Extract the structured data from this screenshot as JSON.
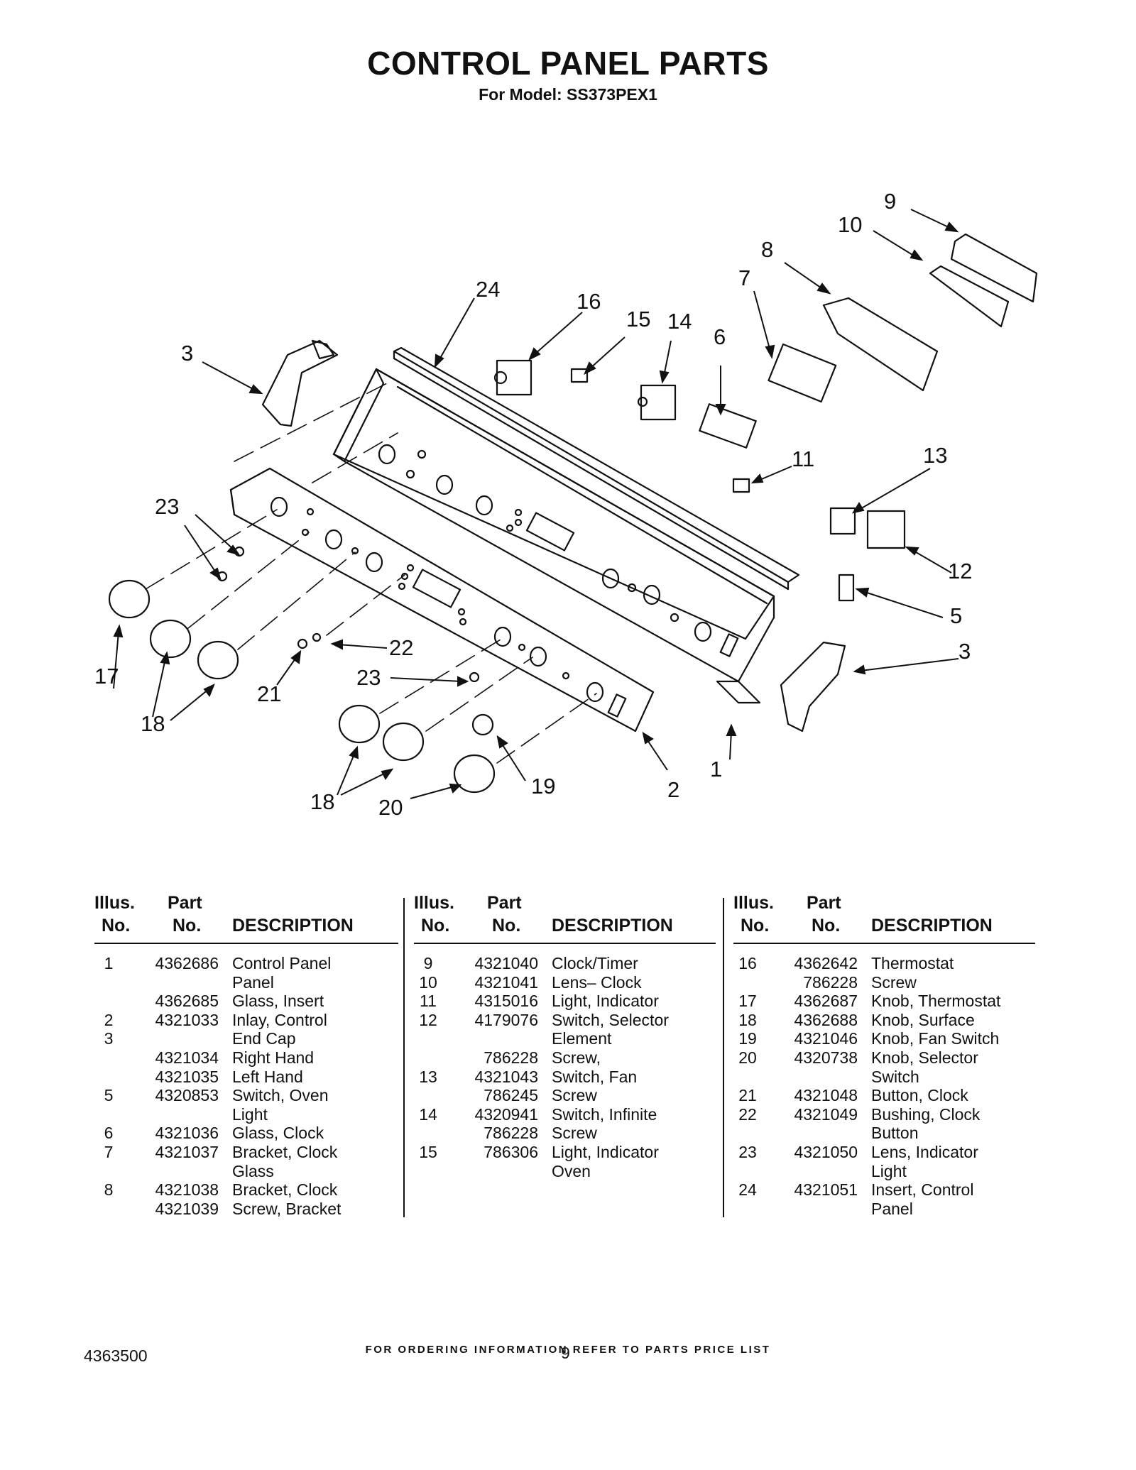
{
  "header": {
    "title": "CONTROL PANEL PARTS",
    "subtitle": "For Model: SS373PEX1"
  },
  "diagram": {
    "callouts": [
      "9",
      "10",
      "8",
      "7",
      "24",
      "16",
      "15",
      "14",
      "6",
      "3",
      "11",
      "13",
      "23",
      "12",
      "5",
      "3",
      "17",
      "22",
      "21",
      "23",
      "18",
      "1",
      "2",
      "19",
      "18",
      "20"
    ]
  },
  "parts_table": {
    "headers": {
      "illus_line1": "Illus.",
      "illus_line2": "No.",
      "part_line1": "Part",
      "part_line2": "No.",
      "description": "DESCRIPTION"
    },
    "columns": [
      [
        {
          "illus": "1",
          "part": "4362686",
          "desc": "Control Panel"
        },
        {
          "illus": "",
          "part": "",
          "desc": "Panel"
        },
        {
          "illus": "",
          "part": "4362685",
          "desc": "Glass, Insert"
        },
        {
          "illus": "2",
          "part": "4321033",
          "desc": "Inlay, Control"
        },
        {
          "illus": "3",
          "part": "",
          "desc": "End Cap"
        },
        {
          "illus": "",
          "part": "4321034",
          "desc": "Right Hand"
        },
        {
          "illus": "",
          "part": "4321035",
          "desc": "Left Hand"
        },
        {
          "illus": "5",
          "part": "4320853",
          "desc": "Switch, Oven"
        },
        {
          "illus": "",
          "part": "",
          "desc": "Light"
        },
        {
          "illus": "6",
          "part": "4321036",
          "desc": "Glass, Clock"
        },
        {
          "illus": "7",
          "part": "4321037",
          "desc": "Bracket, Clock"
        },
        {
          "illus": "",
          "part": "",
          "desc": "Glass"
        },
        {
          "illus": "8",
          "part": "4321038",
          "desc": "Bracket, Clock"
        },
        {
          "illus": "",
          "part": "4321039",
          "desc": "Screw, Bracket"
        }
      ],
      [
        {
          "illus": "9",
          "part": "4321040",
          "desc": "Clock/Timer"
        },
        {
          "illus": "10",
          "part": "4321041",
          "desc": "Lens– Clock"
        },
        {
          "illus": "11",
          "part": "4315016",
          "desc": "Light, Indicator"
        },
        {
          "illus": "12",
          "part": "4179076",
          "desc": "Switch, Selector"
        },
        {
          "illus": "",
          "part": "",
          "desc": "Element"
        },
        {
          "illus": "",
          "part": "786228",
          "desc": "Screw,"
        },
        {
          "illus": "13",
          "part": "4321043",
          "desc": "Switch, Fan"
        },
        {
          "illus": "",
          "part": "786245",
          "desc": "Screw"
        },
        {
          "illus": "14",
          "part": "4320941",
          "desc": "Switch, Infinite"
        },
        {
          "illus": "",
          "part": "786228",
          "desc": "Screw"
        },
        {
          "illus": "15",
          "part": "786306",
          "desc": "Light, Indicator"
        },
        {
          "illus": "",
          "part": "",
          "desc": "Oven"
        }
      ],
      [
        {
          "illus": "16",
          "part": "4362642",
          "desc": "Thermostat"
        },
        {
          "illus": "",
          "part": "786228",
          "desc": "Screw"
        },
        {
          "illus": "17",
          "part": "4362687",
          "desc": "Knob, Thermostat"
        },
        {
          "illus": "18",
          "part": "4362688",
          "desc": "Knob, Surface"
        },
        {
          "illus": "19",
          "part": "4321046",
          "desc": "Knob, Fan Switch"
        },
        {
          "illus": "20",
          "part": "4320738",
          "desc": "Knob, Selector"
        },
        {
          "illus": "",
          "part": "",
          "desc": "Switch"
        },
        {
          "illus": "21",
          "part": "4321048",
          "desc": "Button, Clock"
        },
        {
          "illus": "22",
          "part": "4321049",
          "desc": "Bushing, Clock"
        },
        {
          "illus": "",
          "part": "",
          "desc": "Button"
        },
        {
          "illus": "23",
          "part": "4321050",
          "desc": "Lens, Indicator"
        },
        {
          "illus": "",
          "part": "",
          "desc": "Light"
        },
        {
          "illus": "24",
          "part": "4321051",
          "desc": "Insert, Control"
        },
        {
          "illus": "",
          "part": "",
          "desc": "Panel"
        }
      ]
    ]
  },
  "footer": {
    "note": "FOR ORDERING INFORMATION REFER TO PARTS PRICE LIST",
    "doc_number": "4363500",
    "page_number": "9"
  }
}
